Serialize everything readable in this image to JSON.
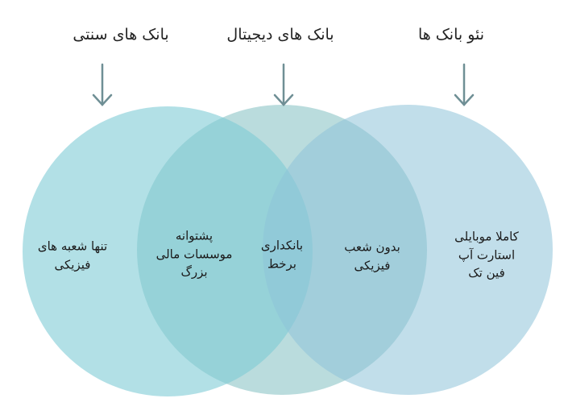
{
  "headers": {
    "traditional": "بانک های سنتی",
    "digital": "بانک های دیجیتال",
    "neo": "نئو بانک ها"
  },
  "regions": {
    "traditional_only": "تنها شعبه های\nفیزیکی",
    "traditional_digital": "پشتوانه\nموسسات مالی\nبزرگ",
    "center": "بانکداری\nبرخط",
    "digital_neo": "بدون شعب\nفیزیکی",
    "neo_only": "کاملا موبایلی\nاستارت آپ\nفین تک"
  },
  "colors": {
    "circle_traditional": "#7ecbd6",
    "circle_digital": "#9dcdcf",
    "circle_neo": "#8ec3d9",
    "arrow": "#6f8f95",
    "text": "#1a1a1a"
  },
  "icons": [
    "down-arrow-icon",
    "down-arrow-icon",
    "down-arrow-icon"
  ]
}
